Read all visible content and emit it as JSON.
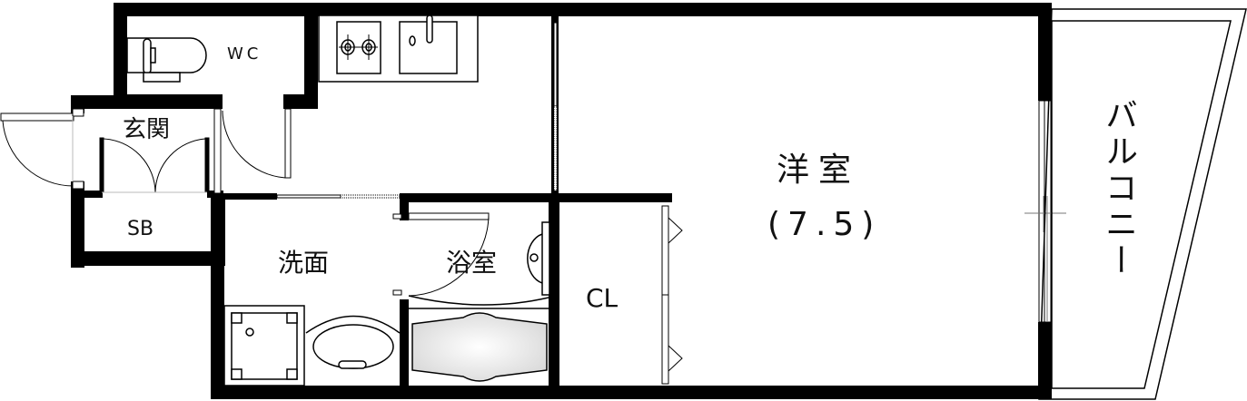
{
  "floor_plan": {
    "rooms": {
      "wc": {
        "label": "WC"
      },
      "entrance": {
        "label": "玄関"
      },
      "shoe_box": {
        "label": "SB"
      },
      "washroom": {
        "label": "洗面"
      },
      "bathroom": {
        "label": "浴室"
      },
      "closet": {
        "label": "CL"
      },
      "western_room": {
        "label": "洋室",
        "size": "(7.5)"
      },
      "balcony": {
        "label": "バルコニー"
      }
    },
    "fixtures": [
      "toilet-icon",
      "gas-stove-icon",
      "kitchen-sink-icon",
      "washing-machine-pan-icon",
      "wash-basin-icon",
      "bathtub-icon"
    ],
    "colors": {
      "wall": "#000000",
      "background": "#ffffff",
      "line": "#000000",
      "guide": "#777777"
    }
  }
}
